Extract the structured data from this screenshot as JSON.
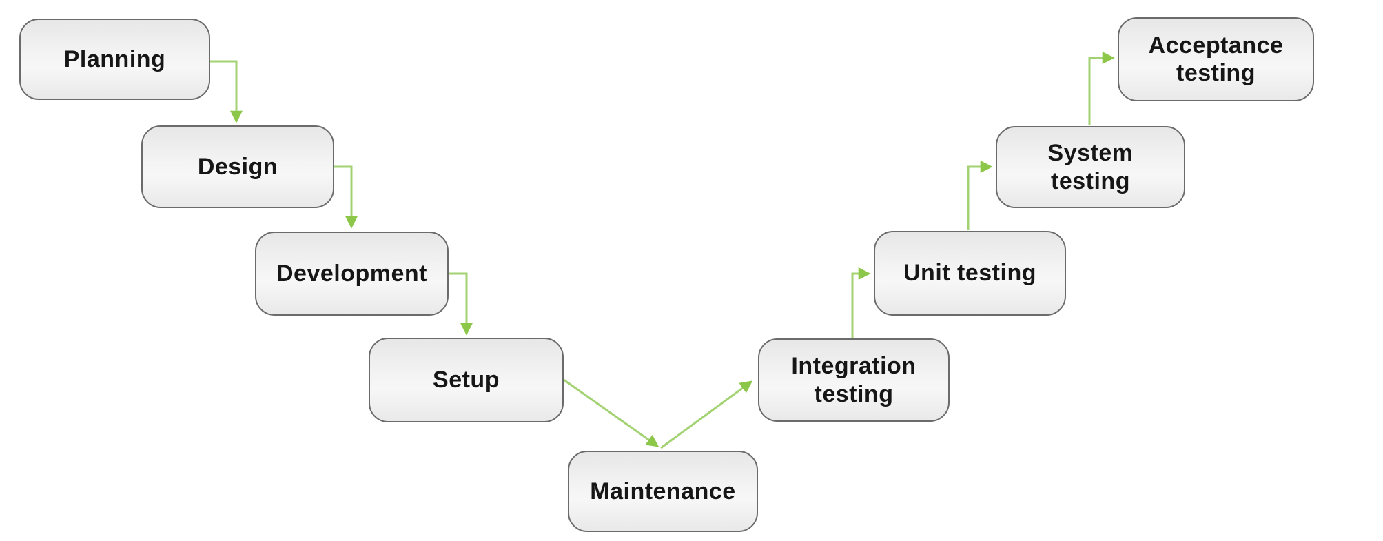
{
  "diagram": {
    "type": "flowchart",
    "shape": "v-model",
    "nodes": [
      {
        "id": "planning",
        "label": "Planning"
      },
      {
        "id": "design",
        "label": "Design"
      },
      {
        "id": "development",
        "label": "Development"
      },
      {
        "id": "setup",
        "label": "Setup"
      },
      {
        "id": "maintenance",
        "label": "Maintenance"
      },
      {
        "id": "integration-testing",
        "label": "Integration\ntesting"
      },
      {
        "id": "unit-testing",
        "label": "Unit testing"
      },
      {
        "id": "system-testing",
        "label": "System\ntesting"
      },
      {
        "id": "acceptance-testing",
        "label": "Acceptance\ntesting"
      }
    ],
    "edges": [
      {
        "from": "Planning",
        "to": "Design"
      },
      {
        "from": "Design",
        "to": "Development"
      },
      {
        "from": "Development",
        "to": "Setup"
      },
      {
        "from": "Setup",
        "to": "Maintenance"
      },
      {
        "from": "Maintenance",
        "to": "Integration testing"
      },
      {
        "from": "Integration testing",
        "to": "Unit testing"
      },
      {
        "from": "Unit testing",
        "to": "System testing"
      },
      {
        "from": "System testing",
        "to": "Acceptance testing"
      }
    ]
  },
  "colors": {
    "page_bg": "#ffffff",
    "arrow_line": "#a3d272",
    "arrow_head": "#8cc74a",
    "box_border": "#6b6b6b",
    "box_text": "#161616"
  }
}
